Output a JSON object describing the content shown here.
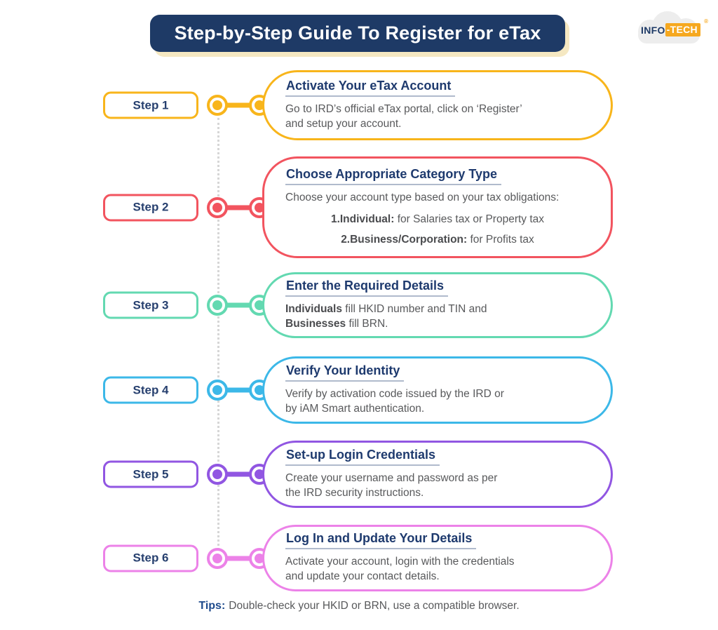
{
  "theme": {
    "navy": "#1e3a66",
    "header_shadow": "#f5e8c2",
    "orange": "#f6a81f",
    "body_text": "#58595b"
  },
  "header": {
    "title": "Step-by-Step Guide To Register for eTax"
  },
  "logo": {
    "part1": "INFO",
    "part2": "-TECH",
    "registered": "®"
  },
  "steps": [
    {
      "label": "Step 1",
      "color": "#f8b51b",
      "title": "Activate Your eTax Account",
      "lines": [
        [
          {
            "text": "Go to IRD’s official eTax portal, click on ‘Register’"
          }
        ],
        [
          {
            "text": "and setup your account."
          }
        ]
      ],
      "list": []
    },
    {
      "label": "Step 2",
      "color": "#f2545f",
      "title": "Choose Appropriate Category Type",
      "lines": [
        [
          {
            "text": "Choose your account type based on your tax obligations:"
          }
        ]
      ],
      "list": [
        [
          {
            "text": "1.Individual:",
            "bold": true
          },
          {
            "text": " for Salaries tax or Property tax"
          }
        ],
        [
          {
            "text": "2.Business/Corporation:",
            "bold": true
          },
          {
            "text": " for Profits tax"
          }
        ]
      ]
    },
    {
      "label": "Step 3",
      "color": "#63d9b1",
      "title": "Enter the Required Details",
      "lines": [
        [
          {
            "text": "Individuals",
            "bold": true
          },
          {
            "text": " fill HKID number and TIN and"
          }
        ],
        [
          {
            "text": "Businesses",
            "bold": true
          },
          {
            "text": " fill BRN."
          }
        ]
      ],
      "list": []
    },
    {
      "label": "Step 4",
      "color": "#3cb8e8",
      "title": "Verify Your Identity",
      "lines": [
        [
          {
            "text": "Verify by activation code issued by the IRD or"
          }
        ],
        [
          {
            "text": "by iAM Smart authentication."
          }
        ]
      ],
      "list": []
    },
    {
      "label": "Step 5",
      "color": "#9156e2",
      "title": "Set-up Login Credentials",
      "lines": [
        [
          {
            "text": "Create your username and password as per"
          }
        ],
        [
          {
            "text": "the IRD security instructions."
          }
        ]
      ],
      "list": []
    },
    {
      "label": "Step 6",
      "color": "#ec82e8",
      "title": "Log In and Update Your Details",
      "lines": [
        [
          {
            "text": "Activate your account, login with the credentials"
          }
        ],
        [
          {
            "text": "and update your contact details."
          }
        ]
      ],
      "list": []
    }
  ],
  "footer": {
    "label": "Tips:",
    "text": "Double-check your HKID or BRN, use a compatible browser."
  }
}
